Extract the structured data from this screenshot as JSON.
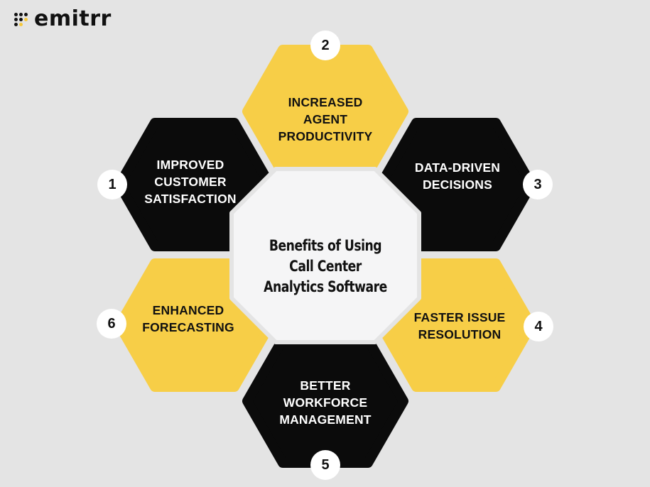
{
  "brand": {
    "logo_text": "emitrr",
    "logo_icon": "emitrr-dots-logo-icon",
    "colors": {
      "dots": "#111111",
      "accent": "#f5c83c"
    }
  },
  "diagram": {
    "title": "Benefits of Using\nCall Center\nAnalytics Software",
    "colors": {
      "background": "#e4e4e4",
      "yellow": "#f7ce47",
      "black": "#0b0b0b",
      "center": "#f5f5f6",
      "badge": "#ffffff"
    },
    "benefits": [
      {
        "number": "1",
        "label": "IMPROVED\nCUSTOMER\nSATISFACTION",
        "color": "black"
      },
      {
        "number": "2",
        "label": "INCREASED\nAGENT\nPRODUCTIVITY",
        "color": "yellow"
      },
      {
        "number": "3",
        "label": "DATA-DRIVEN\nDECISIONS",
        "color": "black"
      },
      {
        "number": "4",
        "label": "FASTER ISSUE\nRESOLUTION",
        "color": "yellow"
      },
      {
        "number": "5",
        "label": "BETTER\nWORKFORCE\nMANAGEMENT",
        "color": "black"
      },
      {
        "number": "6",
        "label": "ENHANCED\nFORECASTING",
        "color": "yellow"
      }
    ]
  }
}
